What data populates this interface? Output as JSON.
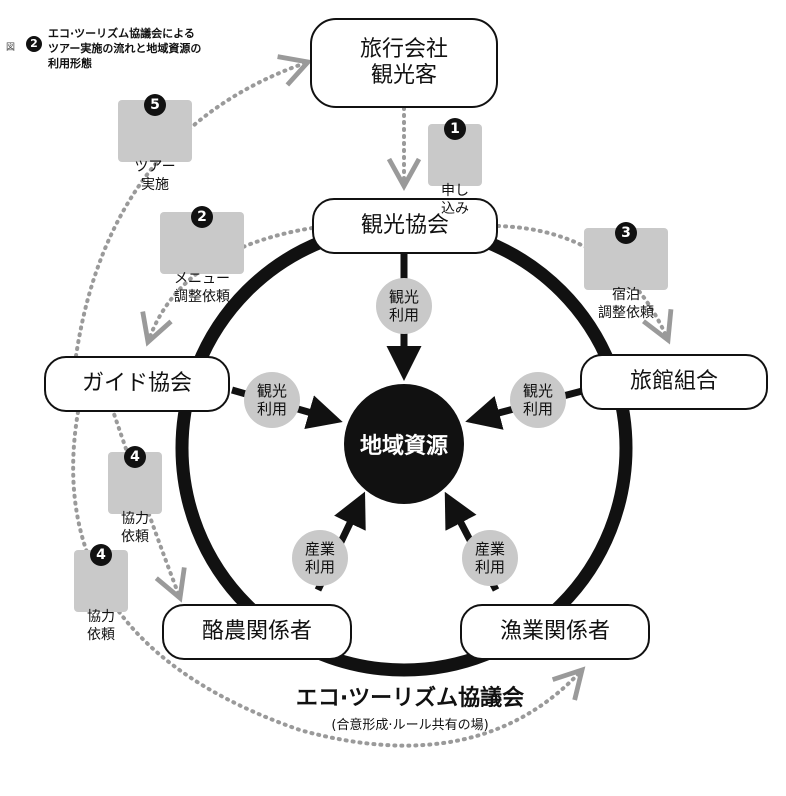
{
  "caption": {
    "prefix": "図",
    "number": "2",
    "text": "エコ·ツーリズム協議会による\nツアー実施の流れと地域資源の\n利用形態"
  },
  "nodes": {
    "travel_agency": "旅行会社\n観光客",
    "tourism_association": "観光協会",
    "guide_association": "ガイド協会",
    "inn_union": "旅館組合",
    "dairy": "酪農関係者",
    "fishery": "漁業関係者"
  },
  "center": "地域資源",
  "usage_labels": {
    "top": "観光\n利用",
    "left": "観光\n利用",
    "right": "観光\n利用",
    "bottom_left": "産業\n利用",
    "bottom_right": "産業\n利用"
  },
  "steps": {
    "apply": {
      "num": "1",
      "text": "申し\n込み"
    },
    "menu": {
      "num": "2",
      "text": "メニュー\n調整依頼"
    },
    "lodging": {
      "num": "3",
      "text": "宿泊\n調整依頼"
    },
    "coop_inner": {
      "num": "4",
      "text": "協力\n依頼"
    },
    "coop_outer": {
      "num": "4",
      "text": "協力\n依頼"
    },
    "tour": {
      "num": "5",
      "text": "ツアー\n実施"
    }
  },
  "council": {
    "title": "エコ·ツーリズム協議会",
    "subtitle": "(合意形成·ルール共有の場)"
  },
  "colors": {
    "ink": "#111111",
    "badge_gray": "#c9c9c9",
    "dotted": "#9a9a9a"
  }
}
